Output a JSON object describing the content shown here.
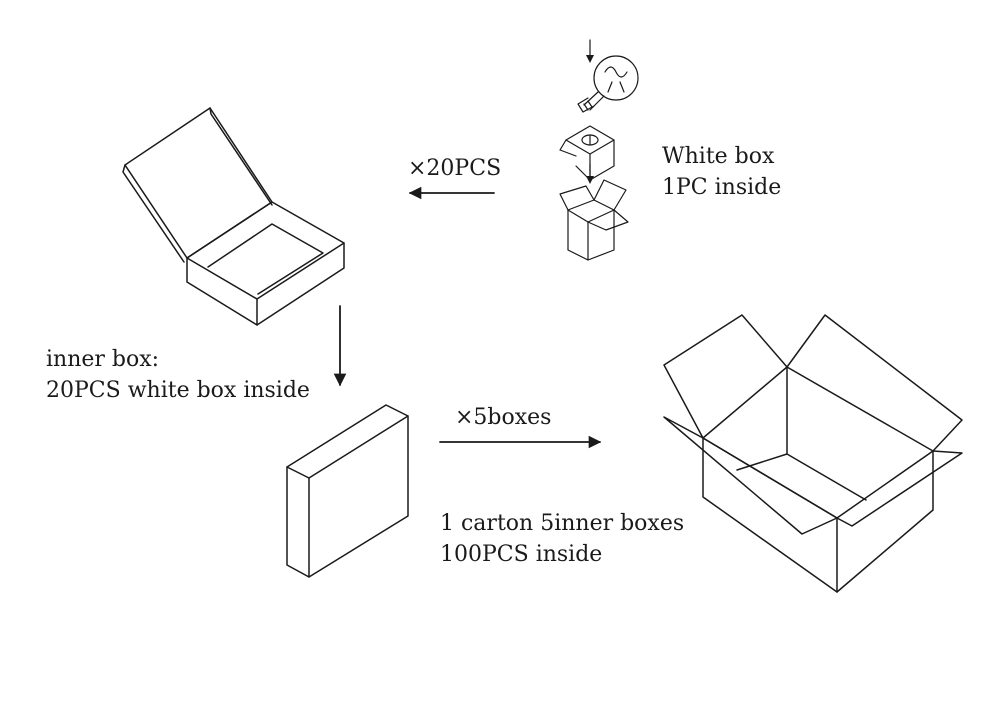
{
  "white_box_label": {
    "line1": "White box",
    "line2": "1PC inside"
  },
  "step1_multiplier": "×20PCS",
  "inner_box_label": {
    "line1": "inner box:",
    "line2": "20PCS white box inside"
  },
  "step2_multiplier": "×5boxes",
  "carton_label": {
    "line1": "1 carton 5inner boxes",
    "line2": "100PCS inside"
  },
  "colors": {
    "ink": "#1a1a1a",
    "background": "#ffffff"
  }
}
